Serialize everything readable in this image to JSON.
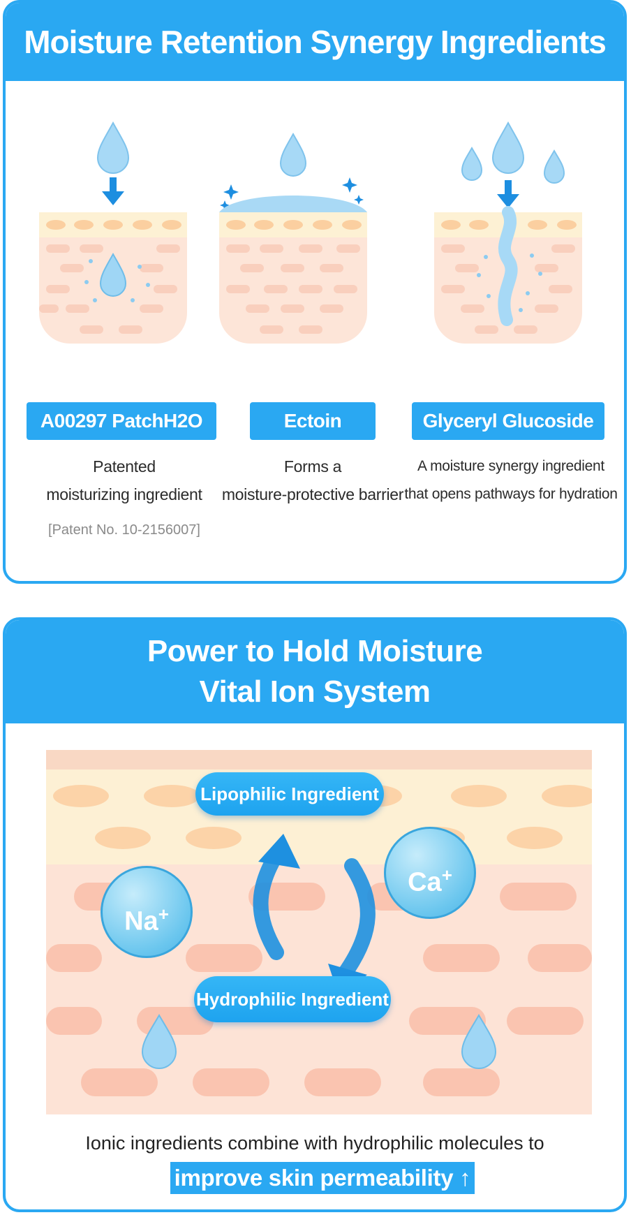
{
  "section1": {
    "title": "Moisture Retention Synergy Ingredients",
    "ingredients": [
      {
        "name": "A00297 PatchH2O",
        "desc_line1": "Patented",
        "desc_line2": "moisturizing ingredient",
        "note": "[Patent No. 10-2156007]",
        "icon": "drop-penetrating-skin-icon"
      },
      {
        "name": "Ectoin",
        "desc_line1": "Forms a",
        "desc_line2": "moisture-protective barrier",
        "icon": "barrier-dome-icon"
      },
      {
        "name": "Glyceryl Glucoside",
        "desc_line1": "A moisture synergy ingredient",
        "desc_line2": "that opens pathways for hydration",
        "icon": "hydration-pathway-icon"
      }
    ]
  },
  "section2": {
    "title_line1": "Power to Hold Moisture",
    "title_line2": "Vital Ion System",
    "lipophilic_label": "Lipophilic Ingredient",
    "hydrophilic_label": "Hydrophilic Ingredient",
    "ion_na": "Na",
    "ion_ca": "Ca",
    "ion_charge": "+",
    "caption_line1": "Ionic ingredients combine with hydrophilic molecules to",
    "caption_highlight": "improve skin permeability",
    "caption_arrow": "↑"
  },
  "colors": {
    "accent": "#2aa8f2",
    "skin_top": "#fdf3d6",
    "skin_body": "#fde3d6",
    "cell": "#fbc8b0",
    "drop": "#9fd6f5"
  }
}
